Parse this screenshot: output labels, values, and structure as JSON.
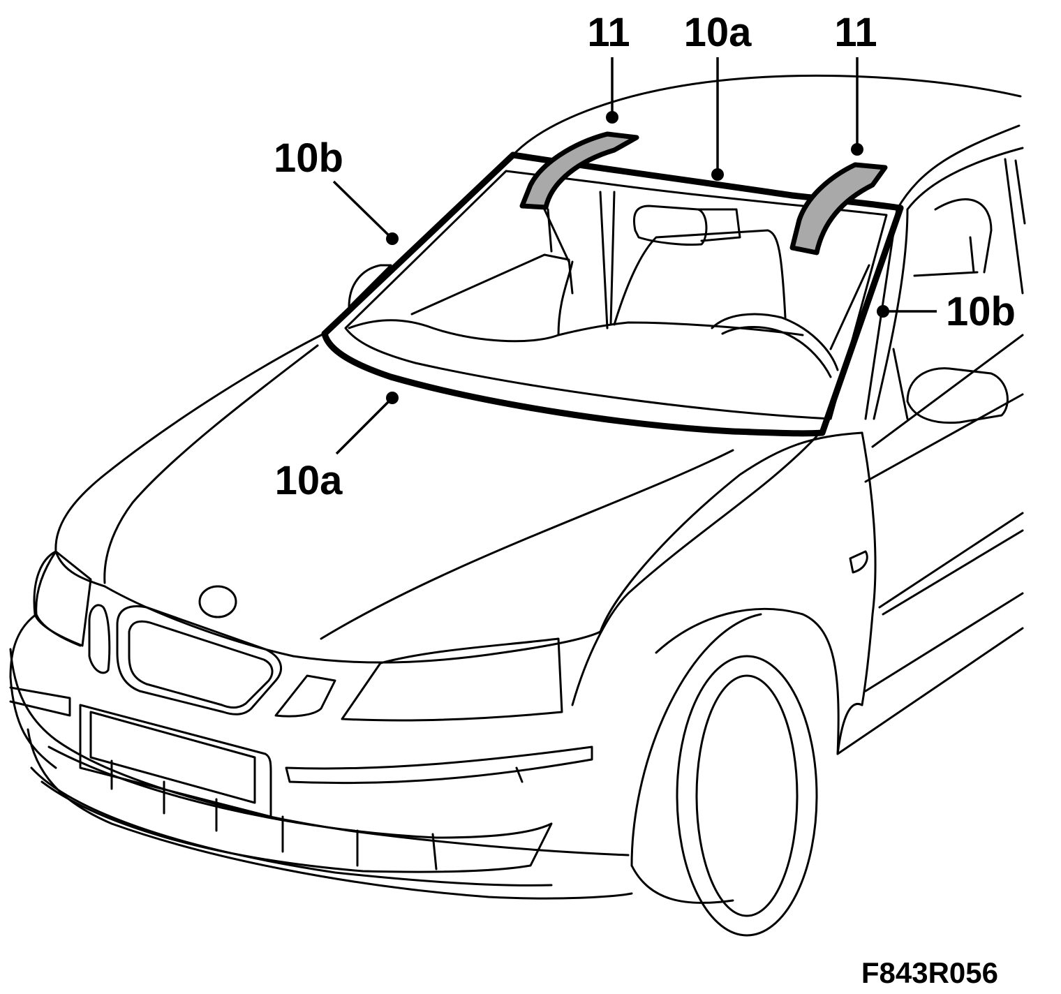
{
  "callouts": {
    "label_11_left": "11",
    "label_10a_top": "10a",
    "label_11_right": "11",
    "label_10b_left": "10b",
    "label_10b_right": "10b",
    "label_10a_bottom": "10a"
  },
  "figure_id": "F843R056",
  "colors": {
    "line": "#000000",
    "strip_fill": "#a9a9a9",
    "background": "#ffffff"
  }
}
